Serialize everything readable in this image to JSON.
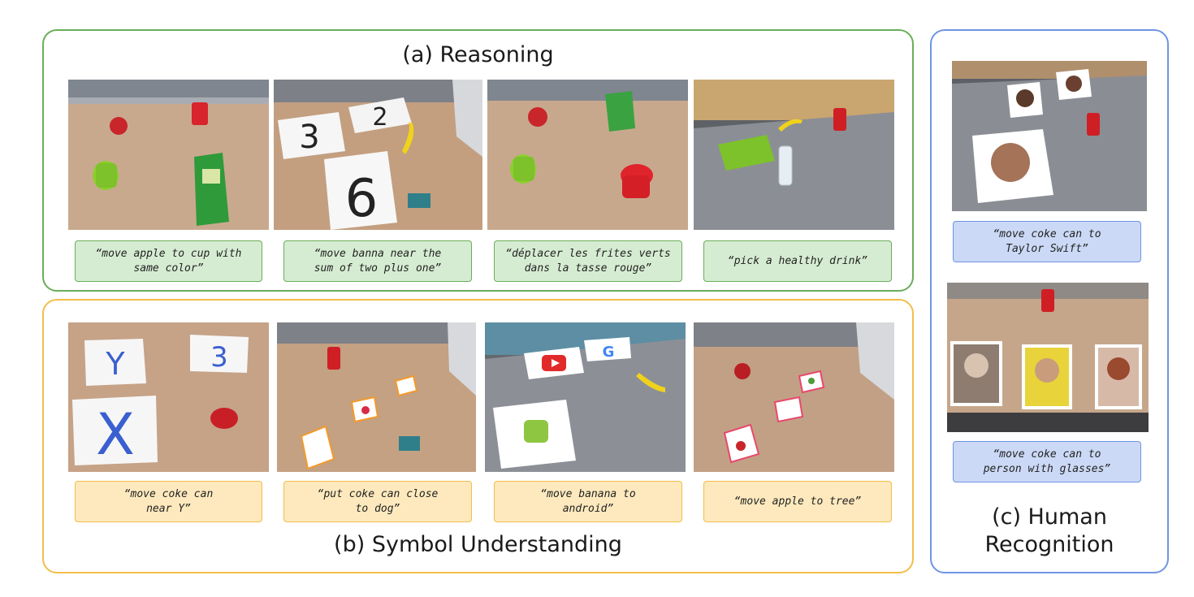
{
  "panels": {
    "reasoning": {
      "title": "(a) Reasoning",
      "captions": [
        "“move apple to cup with\nsame color”",
        "“move banna near the\nsum of two plus one”",
        "“déplacer les frites verts\ndans la tasse rouge”",
        "“pick a healthy drink”"
      ]
    },
    "symbol": {
      "title": "(b) Symbol Understanding",
      "captions": [
        "“move coke can\nnear Y”",
        "“put coke can close\nto dog”",
        "“move banana to\nandroid”",
        "“move apple to tree”"
      ]
    },
    "human": {
      "title": "(c) Human\nRecognition",
      "captions": [
        "“move coke can to\nTaylor Swift”",
        "“move coke can to\nperson with glasses”"
      ]
    }
  },
  "photo_text": {
    "paper_numbers": [
      "3",
      "2",
      "6"
    ],
    "paper_letters": [
      "Y",
      "3",
      "X"
    ],
    "google_letter": "G"
  },
  "colors": {
    "green_border": "#6aad5a",
    "green_fill": "#d6ecd2",
    "yellow_border": "#f2be4a",
    "yellow_fill": "#fde9bd",
    "blue_border": "#6f94e4",
    "blue_fill": "#cbd9f6"
  }
}
